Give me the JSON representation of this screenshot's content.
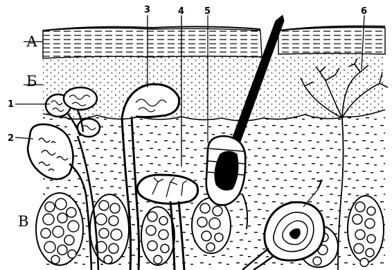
{
  "layer_labels": {
    "a": "А",
    "b": "Б",
    "v": "В"
  },
  "callouts": {
    "n1": "1",
    "n2": "2",
    "n3": "3",
    "n4": "4",
    "n5": "5",
    "n6": "6",
    "n7": "7"
  }
}
